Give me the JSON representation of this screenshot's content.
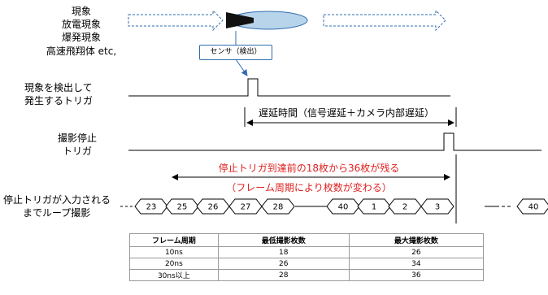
{
  "phenomena": {
    "heading": "現象",
    "items": [
      "放電現象",
      "爆発現象",
      "高速飛翔体 etc,"
    ]
  },
  "sensor_label": "センサ（検出）",
  "trigger_detect_label": [
    "現象を検出して",
    "発生するトリガ"
  ],
  "delay_label": "遅延時間（信号遅延＋カメラ内部遅延）",
  "stop_trigger_label": [
    "撮影停止",
    "トリガ"
  ],
  "remain_note": "停止トリガ到達前の18枚から36枚が残る",
  "remain_note_sub": "（フレーム周期により枚数が変わる）",
  "loop_label": [
    "停止トリガが入力される",
    "までループ撮影"
  ],
  "frames": [
    "23",
    "25",
    "26",
    "27",
    "28",
    "40",
    "1",
    "2",
    "3",
    "40"
  ],
  "colors": {
    "accent_red": "#e02020",
    "arrow_blue": "#2f6db0",
    "projectile": "#b8d4ea"
  },
  "table": {
    "headers": [
      "フレーム周期",
      "最低撮影枚数",
      "最大撮影枚数"
    ],
    "rows": [
      [
        "10ns",
        "18",
        "26"
      ],
      [
        "20ns",
        "26",
        "34"
      ],
      [
        "30ns以上",
        "28",
        "36"
      ]
    ]
  }
}
